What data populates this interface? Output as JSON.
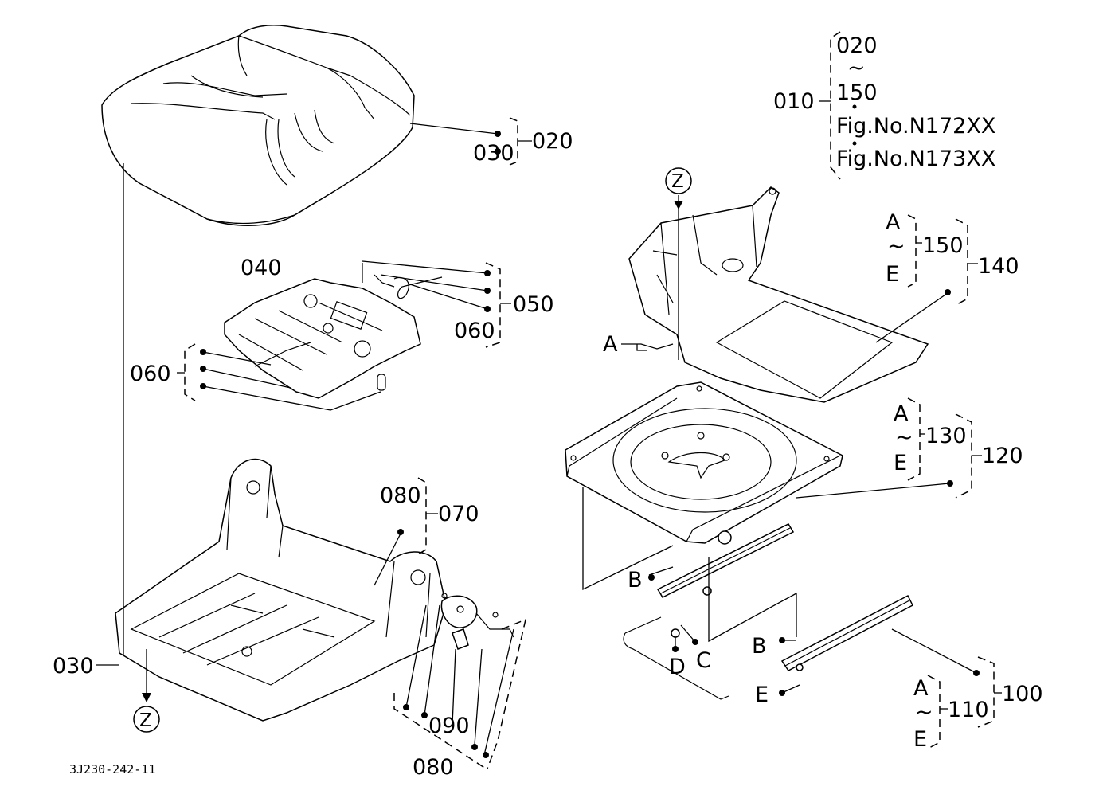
{
  "figure_code": "3J230-242-11",
  "legend": {
    "root": "010",
    "range_start": "020",
    "range_sep": "~",
    "range_end": "150",
    "fig_refs": [
      "Fig.No.N172XX",
      "Fig.No.N173XX"
    ]
  },
  "labels": {
    "p020": "020",
    "p030_top": "030",
    "p040": "040",
    "p050": "050",
    "p060_a": "060",
    "p060_b": "060",
    "p070": "070",
    "p080_a": "080",
    "p080_b": "080",
    "p090": "090",
    "p030_bottom": "030",
    "p140": "140",
    "p150": "150",
    "p120": "120",
    "p130": "130",
    "p100": "100",
    "p110": "110"
  },
  "ranges": {
    "r150": {
      "from": "A",
      "sep": "~",
      "to": "E"
    },
    "r130": {
      "from": "A",
      "sep": "~",
      "to": "E"
    },
    "r110": {
      "from": "A",
      "sep": "~",
      "to": "E"
    }
  },
  "callouts": {
    "z_top": "Z",
    "z_bottom": "Z",
    "a": "A",
    "b_left": "B",
    "b_right": "B",
    "c": "C",
    "d": "D",
    "e": "E"
  }
}
